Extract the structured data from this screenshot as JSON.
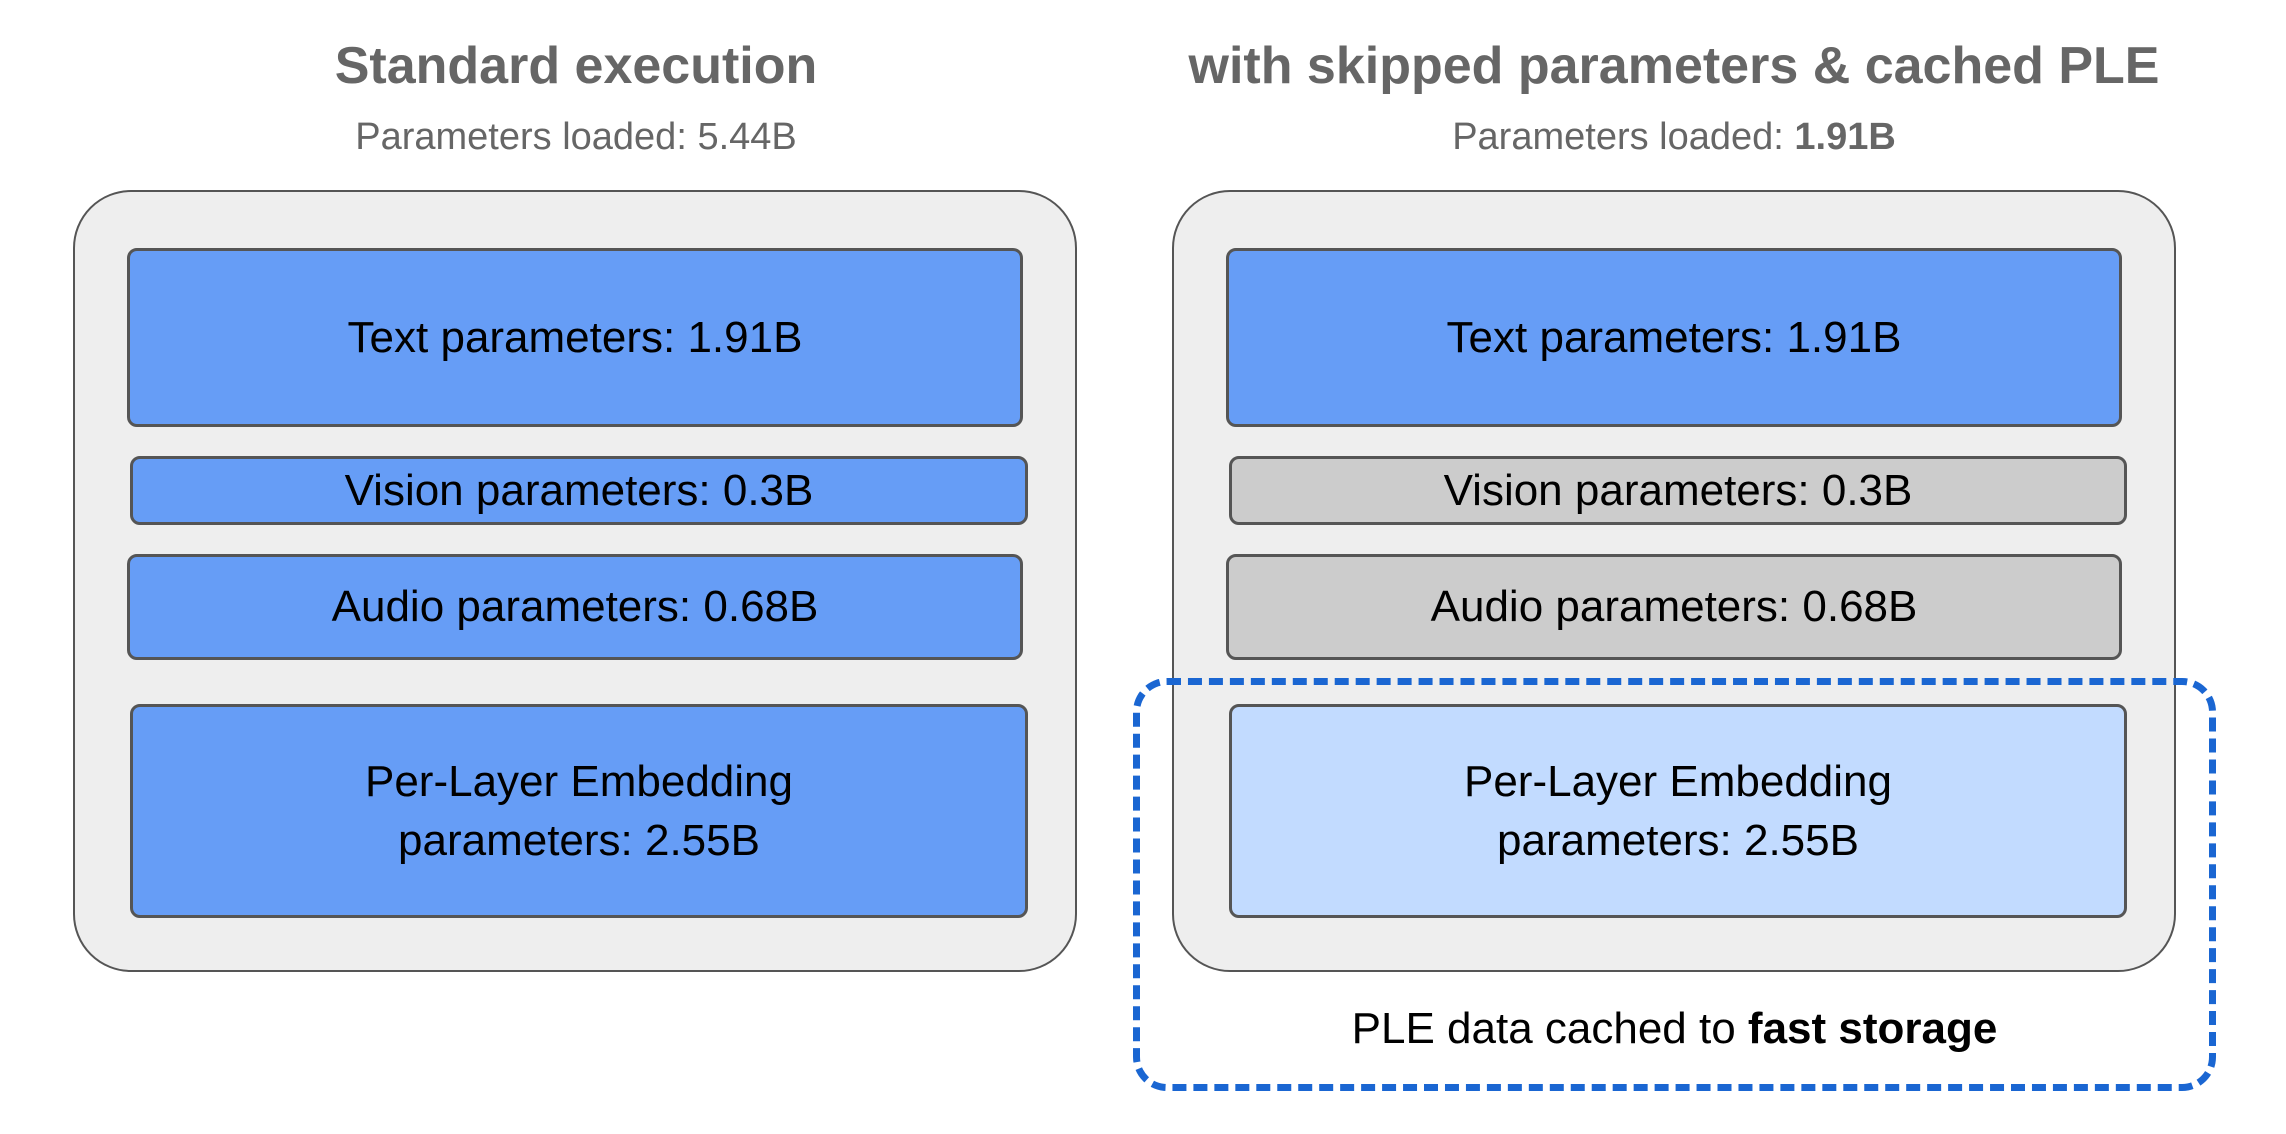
{
  "left": {
    "title": "Standard execution",
    "subtitle_label": "Parameters loaded: ",
    "subtitle_value": "5.44B",
    "blocks": {
      "text": "Text parameters: 1.91B",
      "vision": "Vision parameters: 0.3B",
      "audio": "Audio parameters: 0.68B",
      "ple_line1": "Per-Layer Embedding",
      "ple_line2": "parameters: 2.55B"
    }
  },
  "right": {
    "title": "with skipped parameters & cached PLE",
    "subtitle_label": "Parameters loaded: ",
    "subtitle_value": "1.91B",
    "blocks": {
      "text": "Text parameters: 1.91B",
      "vision": "Vision parameters: 0.3B",
      "audio": "Audio parameters: 0.68B",
      "ple_line1": "Per-Layer Embedding",
      "ple_line2": "parameters: 2.55B"
    },
    "cache_caption_prefix": "PLE data cached to ",
    "cache_caption_bold": "fast storage"
  },
  "colors": {
    "loaded": "#669df6",
    "skipped": "#cccccc",
    "cached": "#c2dbff",
    "cache_outline": "#1a66d2",
    "container": "#eeeeee"
  }
}
